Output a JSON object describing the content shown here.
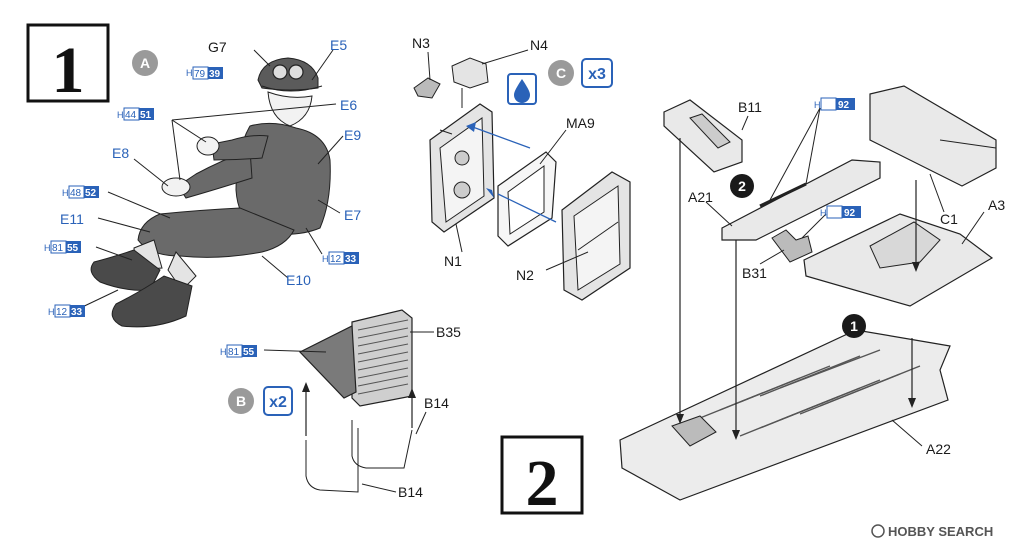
{
  "steps": {
    "s1": "1",
    "s2": "2"
  },
  "subassemblies": {
    "a": "A",
    "b": "B",
    "c": "C"
  },
  "multipliers": {
    "b": "x2",
    "c": "x3"
  },
  "sub_steps": {
    "one": "1",
    "two": "2"
  },
  "paint_codes": {
    "g7": {
      "prefix": "H",
      "a": "79",
      "b": "39"
    },
    "e6": {
      "prefix": "H",
      "a": "44",
      "b": "51"
    },
    "e11": {
      "prefix": "H",
      "a": "48",
      "b": "52"
    },
    "e11b": {
      "prefix": "H",
      "a": "81",
      "b": "55"
    },
    "foot": {
      "prefix": "H",
      "a": "12",
      "b": "33"
    },
    "e7": {
      "prefix": "H",
      "a": "12",
      "b": "33"
    },
    "seat": {
      "prefix": "H",
      "a": "81",
      "b": "55"
    },
    "b11": {
      "prefix": "H",
      "b": "92"
    },
    "b31": {
      "prefix": "H",
      "b": "92"
    }
  },
  "labels": {
    "G7": "G7",
    "E5": "E5",
    "E6": "E6",
    "E9": "E9",
    "E8": "E8",
    "E7": "E7",
    "E11": "E11",
    "E10": "E10",
    "N3": "N3",
    "N4": "N4",
    "MA9": "MA9",
    "N1": "N1",
    "N2": "N2",
    "B35": "B35",
    "B14a": "B14",
    "B14b": "B14",
    "B11": "B11",
    "A21": "A21",
    "B31": "B31",
    "C1": "C1",
    "A3": "A3",
    "A22": "A22"
  },
  "watermark": "HOBBY SEARCH",
  "colors": {
    "accent_blue": "#2a62b8",
    "dark": "#1a1a1a",
    "part_fill": "#e9e9e9"
  }
}
